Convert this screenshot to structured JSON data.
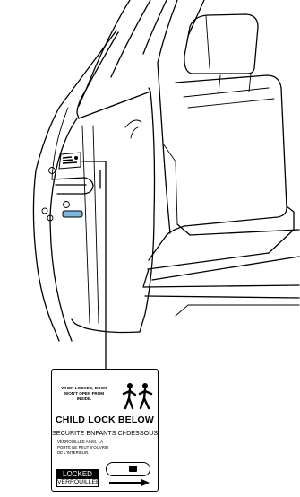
{
  "label": {
    "warning_en": "WHEN LOCKED, DOOR WON'T OPEN FROM INSIDE.",
    "title_en": "CHILD LOCK BELOW",
    "title_fr": "SECURITE ENFANTS CI-DESSOUS",
    "warning_fr": "VERROUILLEE AINSI, LA PORTE NE PEUT S'OUVRIR DE L'INTERIEUR.",
    "locked_en": "LOCKED",
    "locked_fr": "VERROUILLEE"
  },
  "icons": {
    "people": "children-walking-icon",
    "switch": "lock-switch-icon",
    "arrow": "right-arrow-icon"
  },
  "colors": {
    "line": "#000000",
    "lock_switch": "#7ab8e0"
  }
}
